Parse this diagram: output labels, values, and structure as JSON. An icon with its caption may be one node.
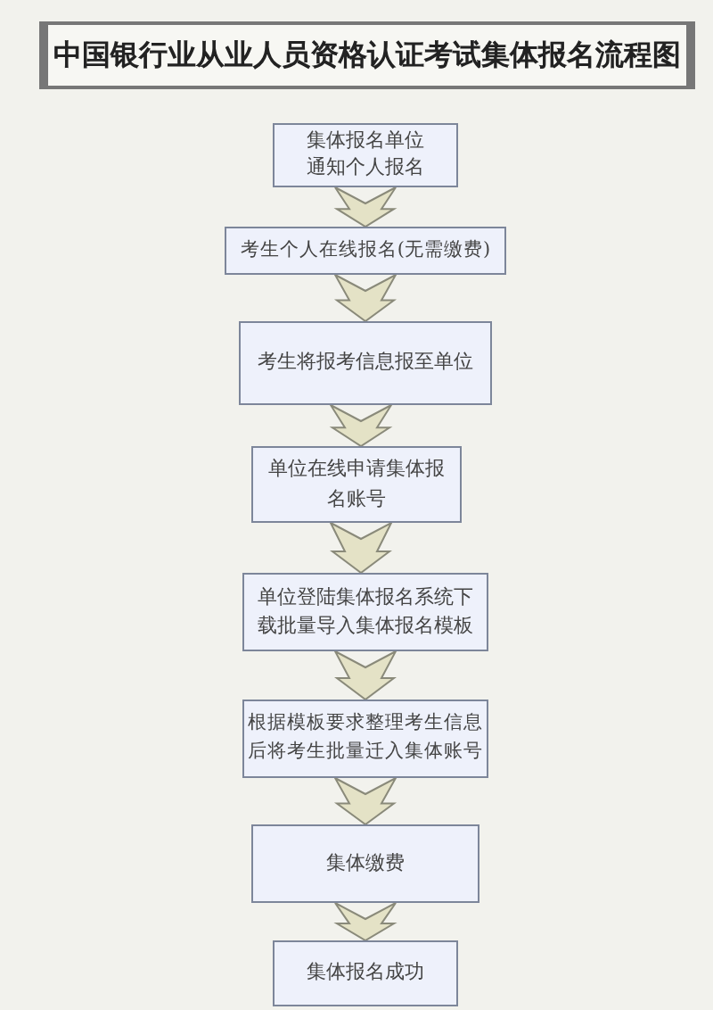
{
  "diagram": {
    "title": "中国银行业从业人员资格认证考试集体报名流程图",
    "nodes": [
      {
        "text": [
          "集体报名单位通知个人报名"
        ]
      },
      {
        "text": [
          "考生个人在线报名(无需缴费)"
        ]
      },
      {
        "text": [
          "考生将报考信息报至单位"
        ]
      },
      {
        "text": [
          "单位在线申请集体报名账号"
        ]
      },
      {
        "text": [
          "单位登陆集体报名系统下载批量导入集体报名模板"
        ]
      },
      {
        "text": [
          "根据模板要求整理考生信息后将考生批量迁入集体账号"
        ]
      },
      {
        "text": [
          "集体缴费"
        ]
      },
      {
        "text": [
          "集体报名成功"
        ]
      }
    ],
    "edges": [
      {
        "from": 0,
        "to": 1,
        "arrow": "to"
      },
      {
        "from": 1,
        "to": 2,
        "arrow": "to"
      },
      {
        "from": 2,
        "to": 3,
        "arrow": "to"
      },
      {
        "from": 3,
        "to": 4,
        "arrow": "to"
      },
      {
        "from": 4,
        "to": 5,
        "arrow": "to"
      },
      {
        "from": 5,
        "to": 6,
        "arrow": "to"
      },
      {
        "from": 6,
        "to": 7,
        "arrow": "to"
      }
    ]
  }
}
